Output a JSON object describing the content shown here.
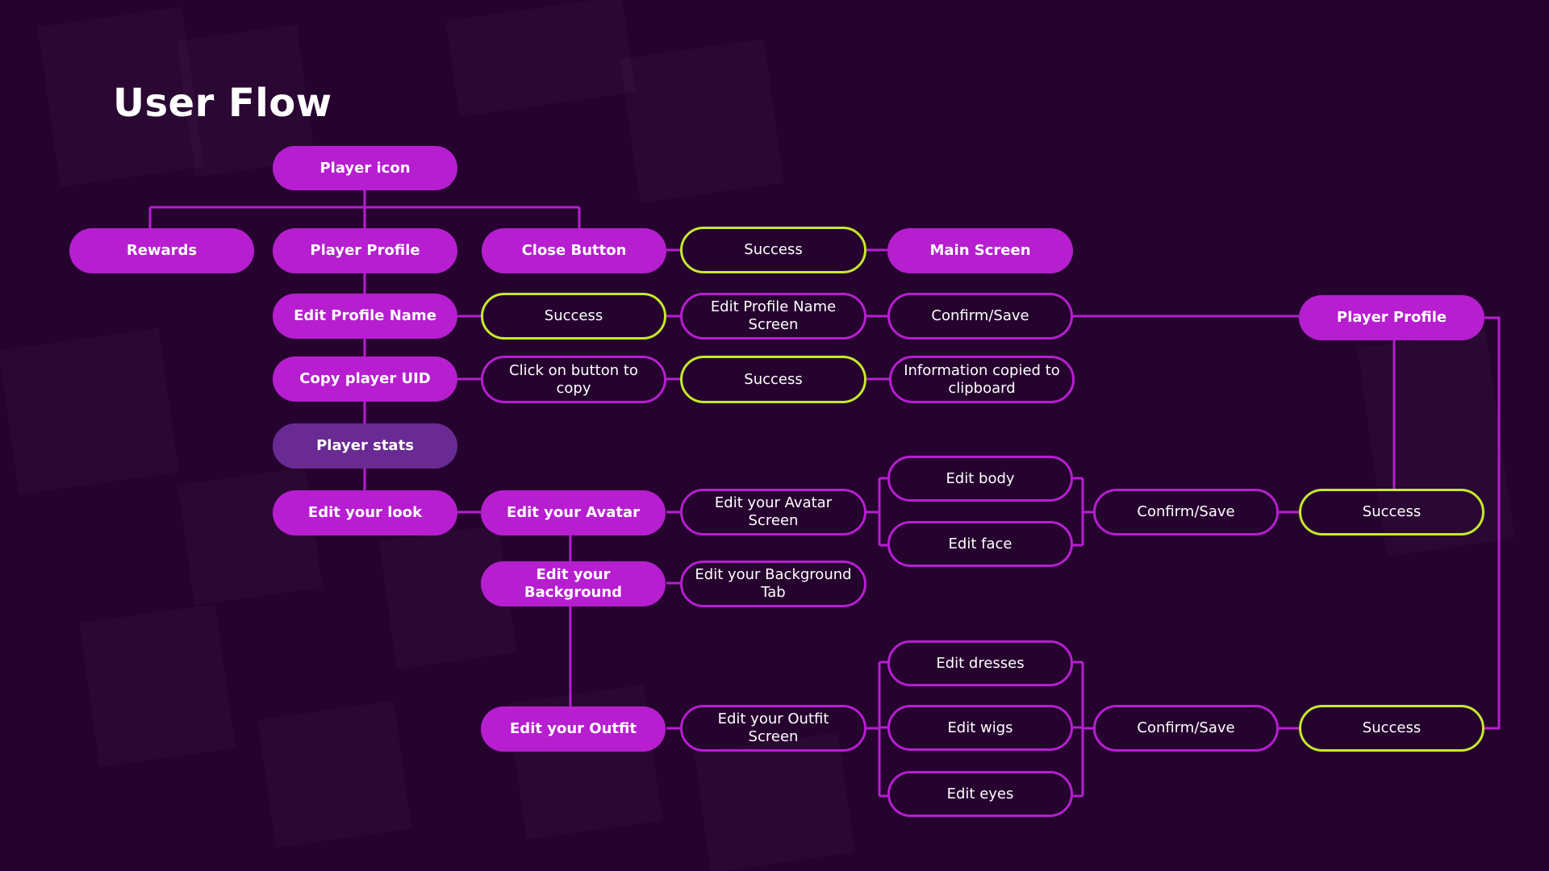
{
  "title": "User Flow",
  "colors": {
    "background": "#26032f",
    "node_fill": "#b61ed0",
    "node_fill_muted": "#6a2a93",
    "node_outline": "#b61ed0",
    "success_outline": "#c6ea2a",
    "connector": "#b61ed0"
  },
  "nodes": {
    "player_icon": "Player icon",
    "rewards": "Rewards",
    "player_profile": "Player Profile",
    "close_button": "Close Button",
    "close_success": "Success",
    "main_screen": "Main Screen",
    "edit_profile_name": "Edit Profile Name",
    "edit_name_success": "Success",
    "edit_profile_name_screen": "Edit Profile Name Screen",
    "edit_name_confirm": "Confirm/Save",
    "player_profile_result": "Player Profile",
    "copy_player_uid": "Copy player UID",
    "click_to_copy": "Click on button to copy",
    "copy_success": "Success",
    "info_copied": "Information copied to clipboard",
    "player_stats": "Player stats",
    "edit_your_look": "Edit your look",
    "edit_your_avatar": "Edit your Avatar",
    "edit_avatar_screen": "Edit your Avatar Screen",
    "edit_body": "Edit body",
    "edit_face": "Edit face",
    "avatar_confirm": "Confirm/Save",
    "avatar_success": "Success",
    "edit_your_background": "Edit your Background",
    "edit_background_tab": "Edit your Background Tab",
    "edit_your_outfit": "Edit your Outfit",
    "edit_outfit_screen": "Edit your Outfit Screen",
    "edit_dresses": "Edit dresses",
    "edit_wigs": "Edit wigs",
    "edit_eyes": "Edit eyes",
    "outfit_confirm": "Confirm/Save",
    "outfit_success": "Success"
  }
}
